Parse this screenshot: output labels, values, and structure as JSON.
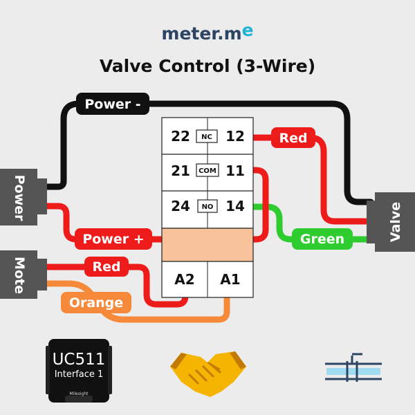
{
  "brand": {
    "name": "meter.m",
    "accent": "e"
  },
  "title": "Valve Control (3-Wire)",
  "relay": {
    "rows": [
      {
        "left": "22",
        "switch": "NC",
        "right": "12"
      },
      {
        "left": "21",
        "switch": "COM",
        "right": "11"
      },
      {
        "left": "24",
        "switch": "NO",
        "right": "14"
      }
    ],
    "coil": {
      "left": "A2",
      "right": "A1"
    }
  },
  "wires": {
    "power_minus": "Power -",
    "power_plus": "Power +",
    "valve_red": "Red",
    "valve_green": "Green",
    "mote_red": "Red",
    "mote_orange": "Orange"
  },
  "sources": {
    "power": "Power",
    "mote": "Mote",
    "valve": "Valve"
  },
  "device": {
    "model": "UC511",
    "subtitle": "Interface 1",
    "maker": "Milesight"
  },
  "colors": {
    "background": "#ececec",
    "wire_black": "#111111",
    "wire_red": "#ee1b1b",
    "wire_green": "#2ecc2e",
    "wire_orange": "#f68a3a",
    "coil_band": "#f8c29b",
    "source_block": "#555555"
  },
  "icons": [
    "handshake-icon",
    "valve-pipe-icon"
  ]
}
